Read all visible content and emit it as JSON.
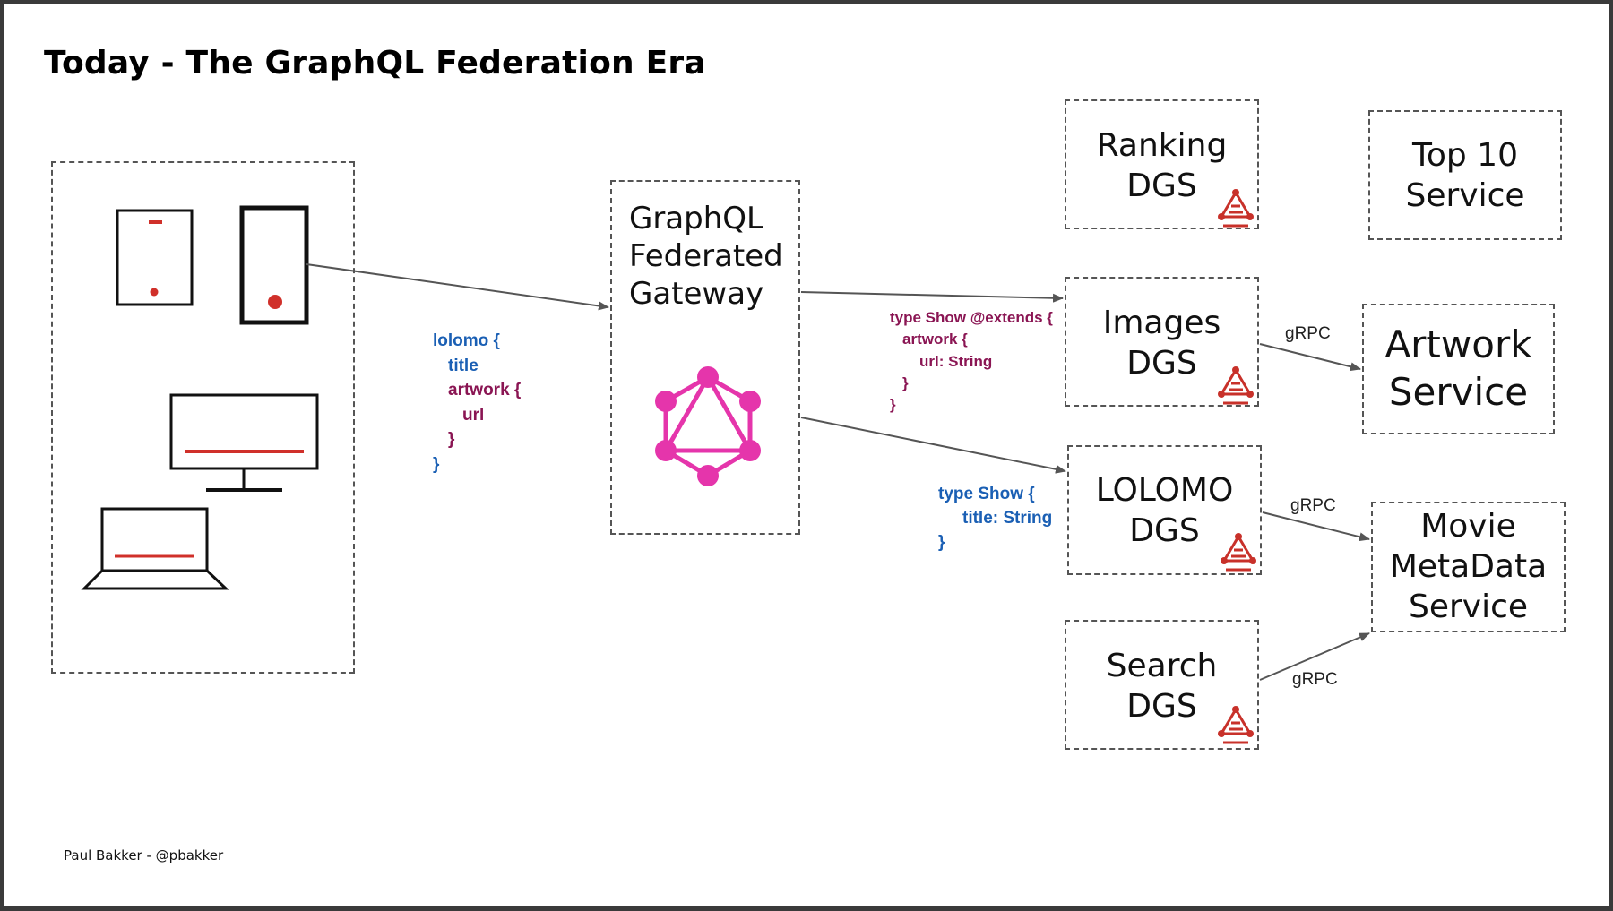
{
  "title": "Today - The GraphQL Federation Era",
  "footer": "Paul Bakker - @pbakker",
  "gateway": {
    "lines": [
      "GraphQL",
      "Federated",
      "Gateway"
    ]
  },
  "client_query": {
    "lines": [
      "lolomo {",
      "title",
      "artwork {",
      "url",
      "}",
      "}"
    ]
  },
  "images_schema": {
    "lines": [
      "type Show @extends {",
      "artwork {",
      "url: String",
      "}",
      "}"
    ]
  },
  "lolomo_schema": {
    "lines": [
      "type Show {",
      "title: String",
      "}"
    ]
  },
  "services": {
    "ranking": {
      "lines": [
        "Ranking",
        "DGS"
      ]
    },
    "top10": {
      "lines": [
        "Top 10",
        "Service"
      ]
    },
    "images": {
      "lines": [
        "Images",
        "DGS"
      ]
    },
    "artwork": {
      "lines": [
        "Artwork",
        "Service"
      ]
    },
    "lolomo": {
      "lines": [
        "LOLOMO",
        "DGS"
      ]
    },
    "movie": {
      "lines": [
        "Movie",
        "MetaData",
        "Service"
      ]
    },
    "search": {
      "lines": [
        "Search",
        "DGS"
      ]
    }
  },
  "edges": {
    "images_artwork": "gRPC",
    "lolomo_movie": "gRPC",
    "search_movie": "gRPC"
  },
  "colors": {
    "graphql_pink": "#e535ab",
    "device_red": "#d0302a",
    "dgs_red": "#c8312a",
    "code_blue": "#1a5fb4",
    "code_purple": "#8a1553"
  }
}
